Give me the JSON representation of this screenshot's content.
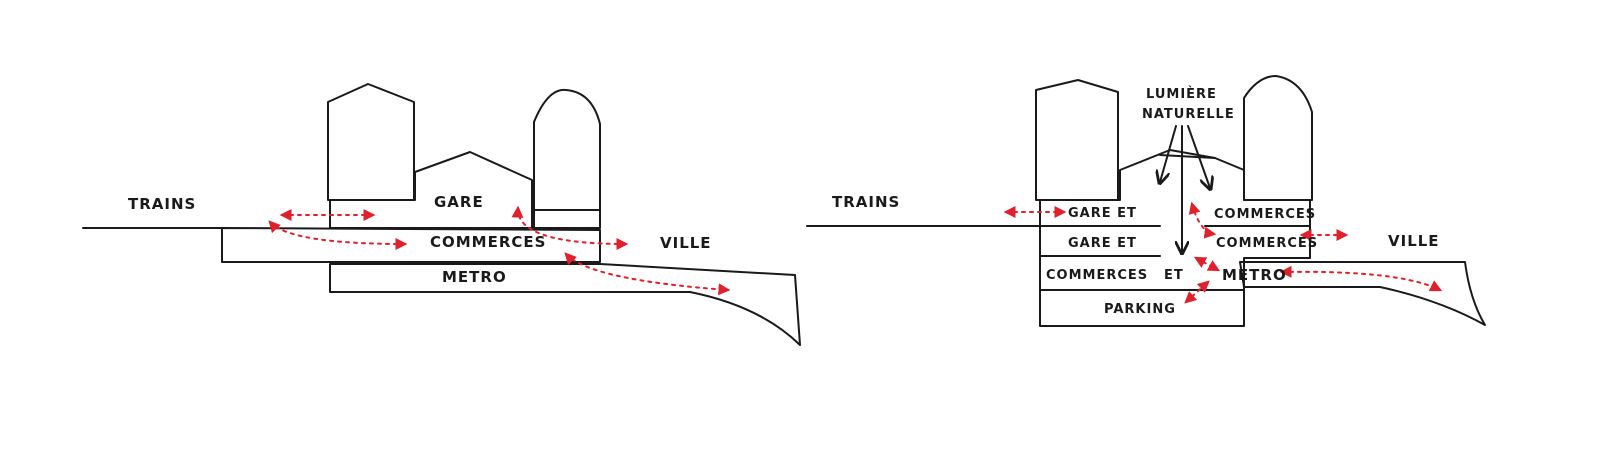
{
  "colors": {
    "gare": "#d47ab3",
    "commerces": "#f6caa0",
    "metro": "#b9b9b9",
    "ink": "#1a1a1a",
    "flow": "#e0202a"
  },
  "left": {
    "trains": "TRAINS",
    "gare": "GARE",
    "commerces": "COMMERCES",
    "ville": "VILLE",
    "metro": "METRO"
  },
  "right": {
    "lumiere_1": "LUMIÈRE",
    "lumiere_2": "NATURELLE",
    "trains": "TRAINS",
    "gare_et_1": "GARE ET",
    "gare_et_2": "GARE ET",
    "commerces_1": "COMMERCES",
    "commerces_2": "COMMERCES",
    "commerces_et": "COMMERCES",
    "et": "ET",
    "metro": "METRO",
    "ville": "VILLE",
    "parking": "PARKING"
  }
}
